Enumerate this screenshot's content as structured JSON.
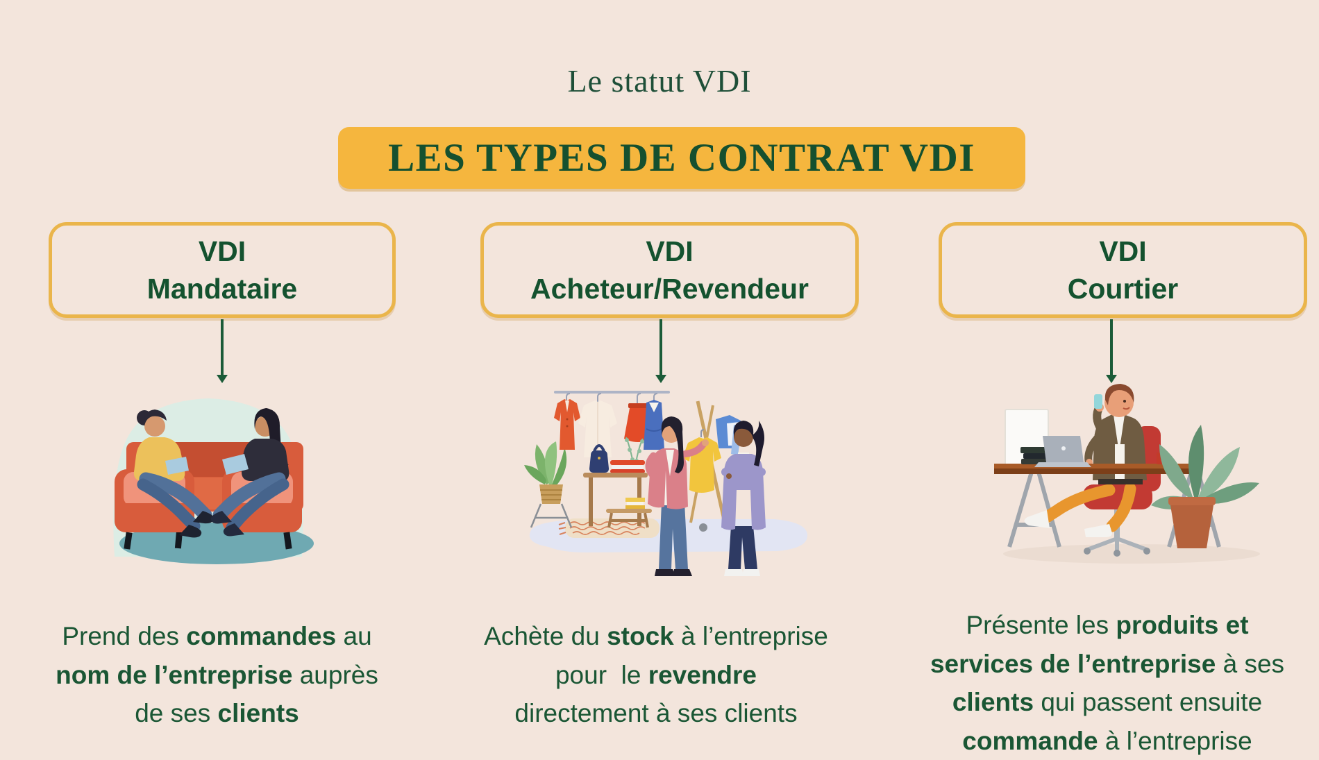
{
  "header": {
    "title": "Le statut VDI",
    "banner": "LES TYPES DE CONTRAT VDI"
  },
  "colors": {
    "background": "#F3E5DC",
    "banner_bg": "#F5B63E",
    "box_border": "#EAB54B",
    "green_title": "#1E4F38",
    "green_text": "#1A5634",
    "arrow": "#1B5B38"
  },
  "columns": [
    {
      "box_title": [
        "VDI",
        "Mandataire"
      ],
      "illustration": "two-women-conversation-couch",
      "description_lines": [
        [
          {
            "t": "Prend des "
          },
          {
            "t": "commandes",
            "b": true
          },
          {
            "t": " au"
          }
        ],
        [
          {
            "t": "nom de l’entreprise",
            "b": true
          },
          {
            "t": " auprès"
          }
        ],
        [
          {
            "t": "de ses "
          },
          {
            "t": "clients",
            "b": true
          }
        ]
      ]
    },
    {
      "box_title": [
        "VDI",
        "Acheteur/Revendeur"
      ],
      "illustration": "clothing-store-two-women",
      "description_lines": [
        [
          {
            "t": "Achète du "
          },
          {
            "t": "stock",
            "b": true
          },
          {
            "t": " à l’entreprise"
          }
        ],
        [
          {
            "t": "pour  le "
          },
          {
            "t": "revendre",
            "b": true
          }
        ],
        [
          {
            "t": "directement à ses clients"
          }
        ]
      ]
    },
    {
      "box_title": [
        "VDI",
        "Courtier"
      ],
      "illustration": "man-on-phone-at-desk",
      "description_lines": [
        [
          {
            "t": "Présente les "
          },
          {
            "t": "produits et",
            "b": true
          }
        ],
        [
          {
            "t": "services de l’entreprise",
            "b": true
          },
          {
            "t": " à ses"
          }
        ],
        [
          {
            "t": "clients",
            "b": true
          },
          {
            "t": " qui passent ensuite"
          }
        ],
        [
          {
            "t": "commande",
            "b": true
          },
          {
            "t": " à l’entreprise"
          }
        ]
      ]
    }
  ]
}
